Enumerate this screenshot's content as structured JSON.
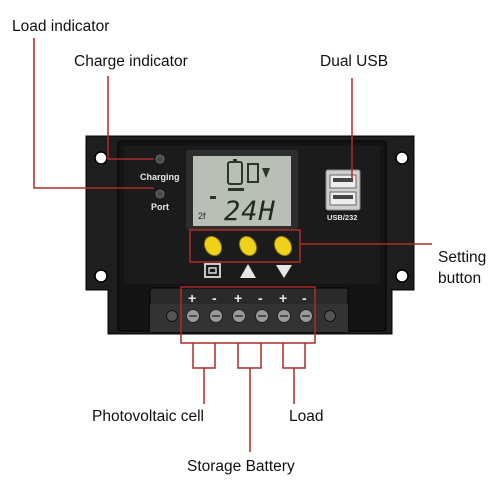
{
  "callouts": {
    "load_indicator": "Load indicator",
    "charge_indicator": "Charge indicator",
    "dual_usb": "Dual USB",
    "setting_button_line1": "Setting",
    "setting_button_line2": "button",
    "photovoltaic_cell": "Photovoltaic cell",
    "load": "Load",
    "storage_battery": "Storage Battery"
  },
  "device": {
    "charging_label": "Charging",
    "port_label": "Port",
    "usb_label": "USB/232",
    "lcd_main": "24H",
    "lcd_small": "2f",
    "terminal_polarities": [
      "+",
      "-",
      "+",
      "-",
      "+",
      "-"
    ]
  },
  "colors": {
    "callout_line": "#b02a2a",
    "device_body": "#141414",
    "lcd_background": "#b9bfb6",
    "button_yellow": "#f1d21b",
    "terminal_block": "#2a2a2a"
  },
  "icons": [
    "menu-icon",
    "up-arrow-icon",
    "down-arrow-icon"
  ]
}
